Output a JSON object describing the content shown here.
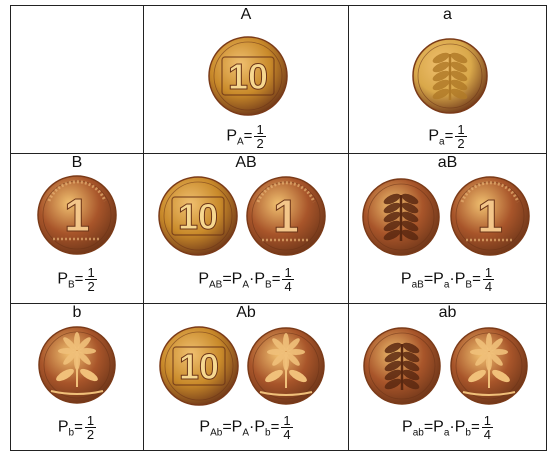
{
  "columns": [
    "A",
    "a"
  ],
  "rows": [
    "B",
    "AB",
    "aB",
    "b",
    "Ab",
    "ab"
  ],
  "cells": {
    "A": {
      "header": "A",
      "formula": {
        "p": "P",
        "sub": "A",
        "rhs": "",
        "num": "1",
        "den": "2"
      }
    },
    "a": {
      "header": "a",
      "formula": {
        "p": "P",
        "sub": "a",
        "rhs": "",
        "num": "1",
        "den": "2"
      }
    },
    "B": {
      "header": "B",
      "formula": {
        "p": "P",
        "sub": "B",
        "rhs": "",
        "num": "1",
        "den": "2"
      }
    },
    "AB": {
      "header": "AB",
      "formula": {
        "p": "P",
        "sub": "AB",
        "rhs": "=P",
        "rhs_sub1": "A",
        "dot": "·P",
        "rhs_sub2": "B",
        "num": "1",
        "den": "4"
      }
    },
    "aB": {
      "header": "aB",
      "formula": {
        "p": "P",
        "sub": "aB",
        "rhs": "=P",
        "rhs_sub1": "a",
        "dot": "·P",
        "rhs_sub2": "B",
        "num": "1",
        "den": "4"
      }
    },
    "b": {
      "header": "b",
      "formula": {
        "p": "P",
        "sub": "b",
        "rhs": "",
        "num": "1",
        "den": "2"
      }
    },
    "Ab": {
      "header": "Ab",
      "formula": {
        "p": "P",
        "sub": "Ab",
        "rhs": "=P",
        "rhs_sub1": "A",
        "dot": "·P",
        "rhs_sub2": "b",
        "num": "1",
        "den": "4"
      }
    },
    "ab": {
      "header": "ab",
      "formula": {
        "p": "P",
        "sub": "ab",
        "rhs": "=P",
        "rhs_sub1": "a",
        "dot": "·P",
        "rhs_sub2": "b",
        "num": "1",
        "den": "4"
      }
    }
  },
  "coin_text": {
    "ten": "10",
    "one": "1"
  },
  "colors": {
    "coin_gold": "#c98a2a",
    "coin_copper": "#a8552a",
    "coin_dark": "#6b3418",
    "coin_rim": "#7a3a18"
  }
}
